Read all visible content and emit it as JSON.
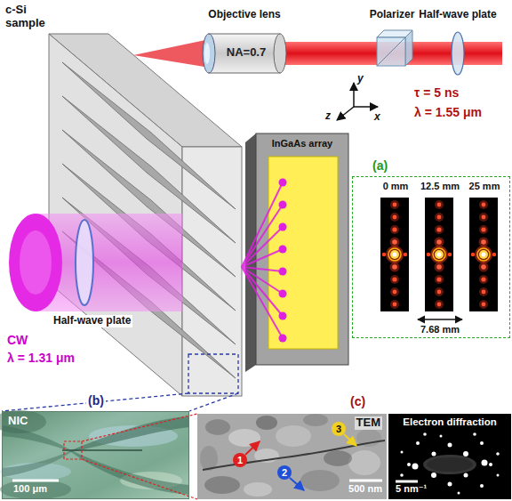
{
  "diagram": {
    "nodes": [
      {
        "text": [
          "(a)",
          "0 mm",
          "12.5 mm",
          "25 mm",
          "7.68 mm"
        ]
      },
      {
        "text": [
          "(b)",
          "NIC",
          "100 μm"
        ]
      },
      {
        "text": [
          "TEM",
          "500 nm"
        ]
      },
      {
        "text": [
          "1"
        ],
        "in": 2
      },
      {
        "text": [
          "2"
        ],
        "in": 2
      },
      {
        "text": [
          "3"
        ],
        "in": 2
      },
      {
        "text": [
          "Electron diffraction",
          "5 nm⁻¹"
        ]
      }
    ],
    "labels": [
      "c-Si sample",
      "Objective lens",
      "NA=0.7",
      "Polarizer",
      "Half-wave plate",
      "y",
      "z",
      "x",
      "τ = 5 ns",
      "λ = 1.55 μm",
      "InGaAs array",
      "Half-wave plate",
      "CW",
      "λ = 1.31 μm",
      "(c)"
    ]
  }
}
